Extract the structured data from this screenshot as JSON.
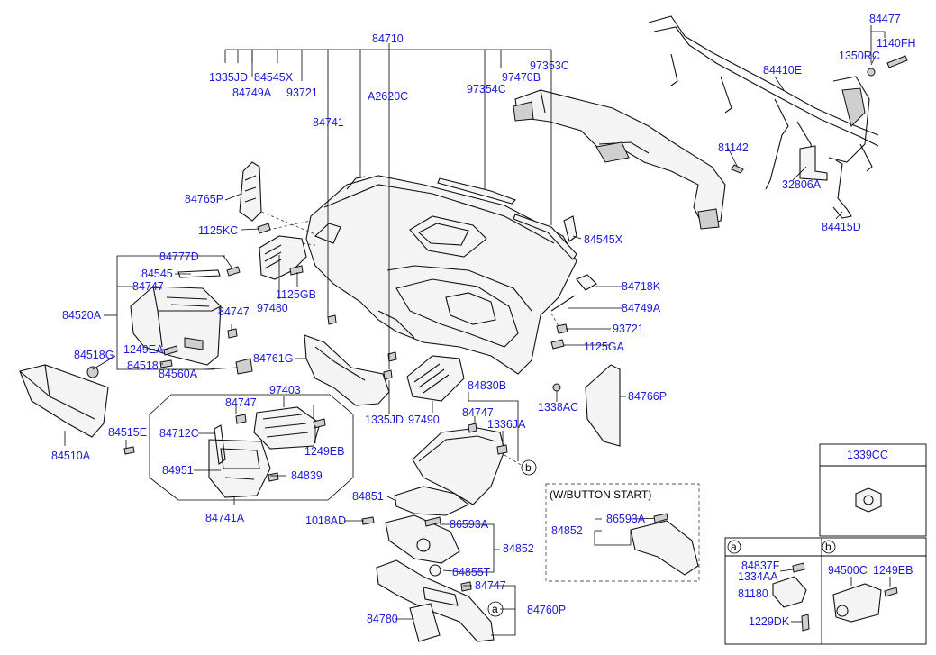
{
  "labels": {
    "p84710": "84710",
    "p1335JD_top": "1335JD",
    "p84545X_top": "84545X",
    "p84749A_top": "84749A",
    "p93721_top": "93721",
    "p84741": "84741",
    "pA2620C": "A2620C",
    "p97354C": "97354C",
    "p97470B": "97470B",
    "p97353C": "97353C",
    "p84477": "84477",
    "p1140FH": "1140FH",
    "p1350RC": "1350RC",
    "p84410E": "84410E",
    "p81142": "81142",
    "p32806A": "32806A",
    "p84415D": "84415D",
    "p84765P": "84765P",
    "p1125KC": "1125KC",
    "p84545X_r": "84545X",
    "p84777D": "84777D",
    "p84545": "84545",
    "p84747_l": "84747",
    "p84520A": "84520A",
    "p1125GB": "1125GB",
    "p97480": "97480",
    "p84747_m": "84747",
    "p84718K": "84718K",
    "p84749A_r": "84749A",
    "p93721_r": "93721",
    "p1125GA": "1125GA",
    "p84518G": "84518G",
    "p1249EA": "1249EA",
    "p84518": "84518",
    "p84560A": "84560A",
    "p84761G": "84761G",
    "p84830B": "84830B",
    "p84747_c": "84747",
    "p1336JA": "1336JA",
    "p1338AC": "1338AC",
    "p84766P": "84766P",
    "p97403": "97403",
    "p84747_b": "84747",
    "p84712C": "84712C",
    "p1249EB": "1249EB",
    "p84951": "84951",
    "p84839": "84839",
    "p84741A": "84741A",
    "p1335JD_b": "1335JD",
    "p97490": "97490",
    "p84515E": "84515E",
    "p84510A": "84510A",
    "p84851": "84851",
    "p1018AD": "1018AD",
    "p86593A": "86593A",
    "p84852": "84852",
    "p84855T": "84855T",
    "p84747_d": "84747",
    "p84760P": "84760P",
    "p84780": "84780",
    "wbs_title": "(W/BUTTON START)",
    "wbs_84852": "84852",
    "wbs_86593A": "86593A",
    "p1339CC": "1339CC",
    "p84837F": "84837F",
    "p1334AA": "1334AA",
    "p81180": "81180",
    "p1229DK": "1229DK",
    "p94500C": "94500C",
    "p1249EB_b": "1249EB",
    "marker_a": "a",
    "marker_b": "b",
    "marker_a_main": "a",
    "marker_b_main": "b"
  }
}
